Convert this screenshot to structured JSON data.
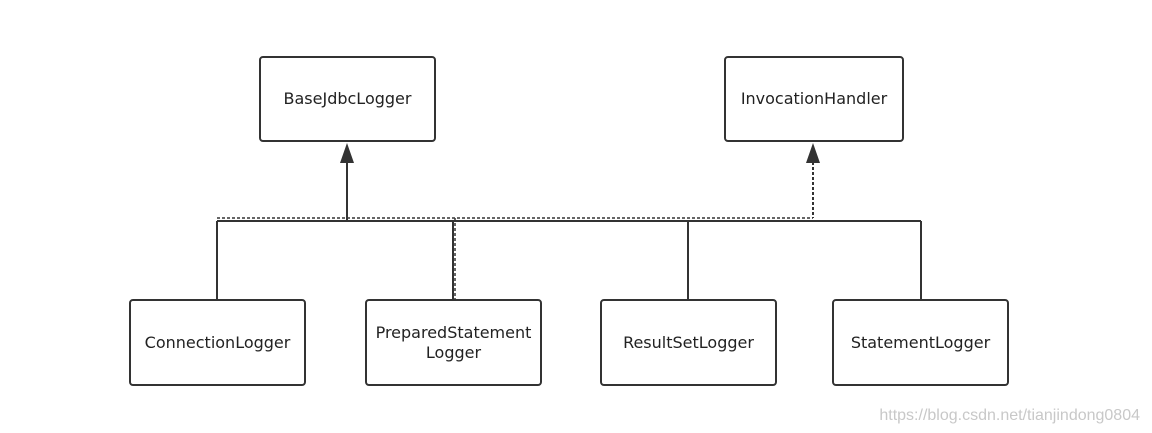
{
  "diagram": {
    "nodes": {
      "base_jdbc_logger": "BaseJdbcLogger",
      "invocation_handler": "InvocationHandler",
      "connection_logger": "ConnectionLogger",
      "prepared_statement_logger": "PreparedStatement\nLogger",
      "result_set_logger": "ResultSetLogger",
      "statement_logger": "StatementLogger"
    },
    "edges": [
      {
        "from": "connection_logger",
        "to": "base_jdbc_logger",
        "kind": "inheritance",
        "style": "solid"
      },
      {
        "from": "prepared_statement_logger",
        "to": "base_jdbc_logger",
        "kind": "inheritance",
        "style": "solid"
      },
      {
        "from": "result_set_logger",
        "to": "base_jdbc_logger",
        "kind": "inheritance",
        "style": "solid"
      },
      {
        "from": "statement_logger",
        "to": "base_jdbc_logger",
        "kind": "inheritance",
        "style": "solid"
      },
      {
        "from": "connection_logger",
        "to": "invocation_handler",
        "kind": "implementation",
        "style": "dashed"
      },
      {
        "from": "prepared_statement_logger",
        "to": "invocation_handler",
        "kind": "implementation",
        "style": "dashed"
      },
      {
        "from": "result_set_logger",
        "to": "invocation_handler",
        "kind": "implementation",
        "style": "dashed"
      }
    ],
    "colors": {
      "line": "#333333",
      "box_border": "#333333",
      "text": "#222222",
      "watermark": "#c8c8c8"
    }
  },
  "watermark": "https://blog.csdn.net/tianjindong0804"
}
